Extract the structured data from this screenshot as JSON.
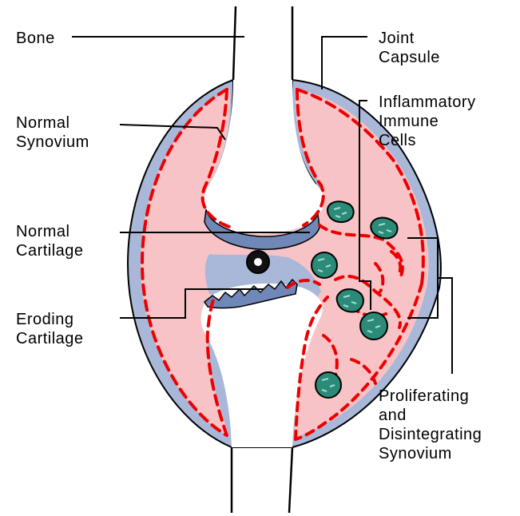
{
  "labels": {
    "bone": "Bone",
    "joint_capsule": [
      "Joint",
      "Capsule"
    ],
    "inflammatory_cells": [
      "Inflammatory",
      "Immune",
      "Cells"
    ],
    "normal_synovium": [
      "Normal",
      "Synovium"
    ],
    "normal_cartilage": [
      "Normal",
      "Cartilage"
    ],
    "eroding_cartilage": [
      "Eroding",
      "Cartilage"
    ],
    "proliferating_synovium": [
      "Proliferating",
      "and",
      "Disintegrating",
      "Synovium"
    ]
  },
  "colors": {
    "capsule": "#a9b8d8",
    "synovial_fluid": "#f8c3c6",
    "synovium_dash": "#ee0000",
    "cartilage": "#7088b8",
    "immune_cell": "#2b8a78",
    "outline": "#000000"
  }
}
